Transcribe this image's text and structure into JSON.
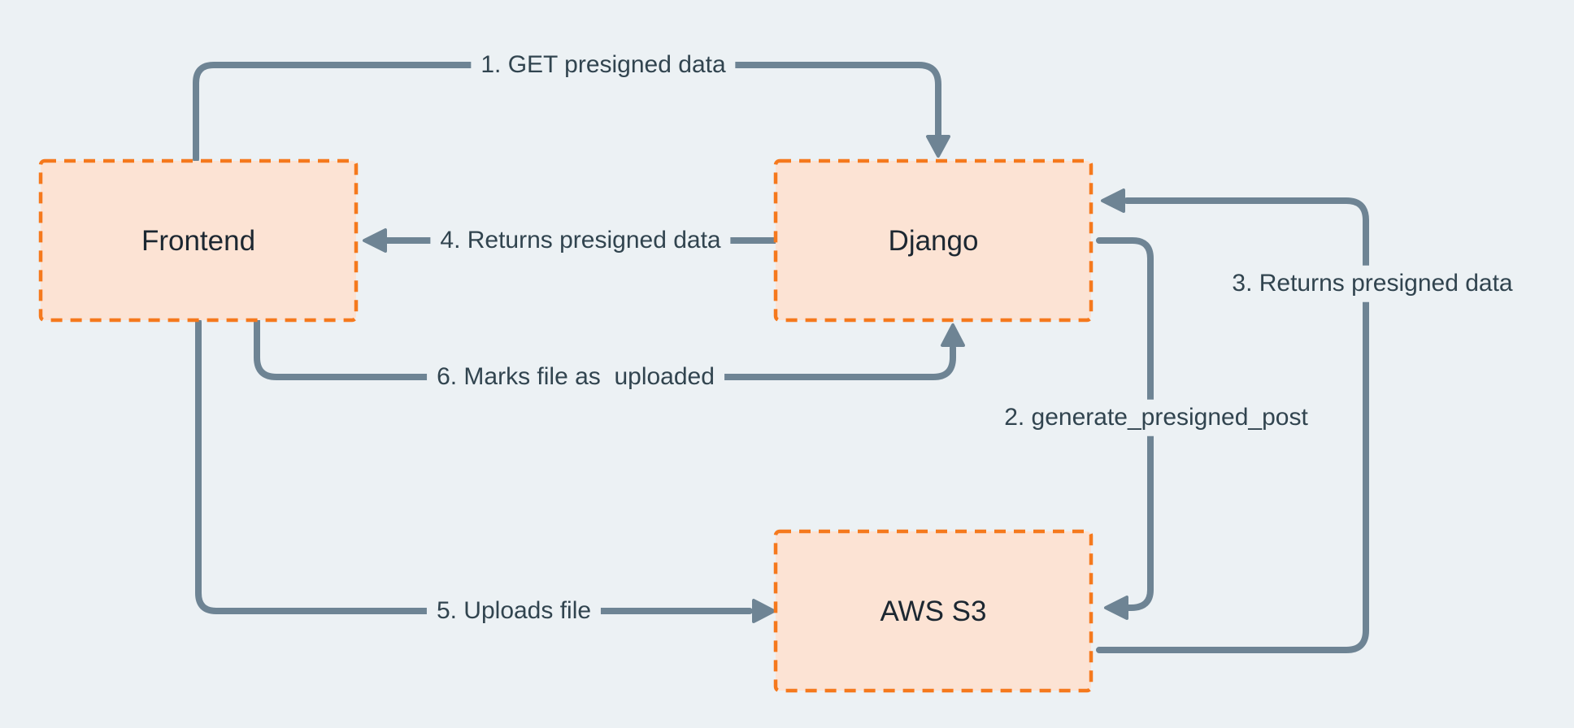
{
  "colors": {
    "background": "#ecf1f4",
    "arrow": "#6e8494",
    "node_fill": "#fce3d4",
    "node_border": "#f5791d",
    "edge_label_text": "#31444f",
    "node_label_text": "#1c2731"
  },
  "nodes": [
    {
      "id": "frontend",
      "label": "Frontend"
    },
    {
      "id": "django",
      "label": "Django"
    },
    {
      "id": "aws-s3",
      "label": "AWS S3"
    }
  ],
  "edges": [
    {
      "id": "1",
      "from": "frontend",
      "to": "django",
      "label": "1. GET presigned data"
    },
    {
      "id": "2",
      "from": "django",
      "to": "aws-s3",
      "label": "2. generate_presigned_post"
    },
    {
      "id": "3",
      "from": "aws-s3",
      "to": "django",
      "label": "3. Returns presigned data"
    },
    {
      "id": "4",
      "from": "django",
      "to": "frontend",
      "label": "4. Returns presigned data"
    },
    {
      "id": "5",
      "from": "frontend",
      "to": "aws-s3",
      "label": "5. Uploads file"
    },
    {
      "id": "6",
      "from": "frontend",
      "to": "django",
      "label": "6. Marks file as  uploaded"
    }
  ]
}
